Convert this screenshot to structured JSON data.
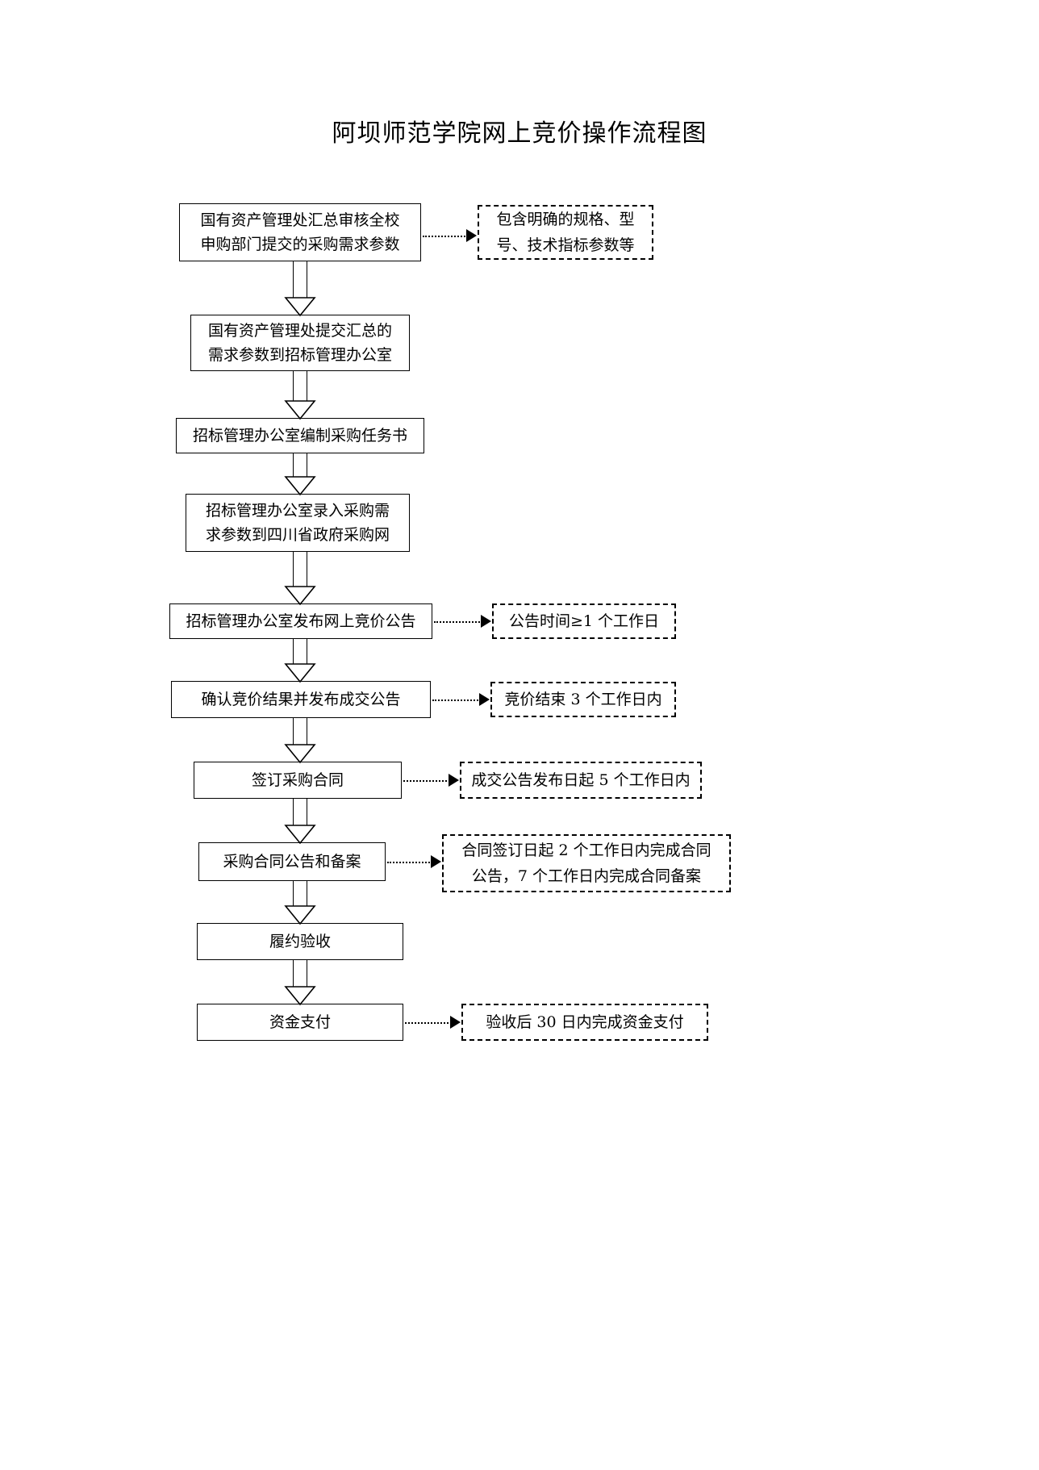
{
  "document": {
    "title": "阿坝师范学院网上竞价操作流程图"
  },
  "flow": {
    "nodes": [
      {
        "id": "n1",
        "lines": [
          "国有资产管理处汇总审核全校",
          "申购部门提交的采购需求参数"
        ]
      },
      {
        "id": "n2",
        "lines": [
          "国有资产管理处提交汇总的",
          "需求参数到招标管理办公室"
        ]
      },
      {
        "id": "n3",
        "lines": [
          "招标管理办公室编制采购任务书"
        ]
      },
      {
        "id": "n4",
        "lines": [
          "招标管理办公室录入采购需",
          "求参数到四川省政府采购网"
        ]
      },
      {
        "id": "n5",
        "lines": [
          "招标管理办公室发布网上竞价公告"
        ]
      },
      {
        "id": "n6",
        "lines": [
          "确认竞价结果并发布成交公告"
        ]
      },
      {
        "id": "n7",
        "lines": [
          "签订采购合同"
        ]
      },
      {
        "id": "n8",
        "lines": [
          "采购合同公告和备案"
        ]
      },
      {
        "id": "n9",
        "lines": [
          "履约验收"
        ]
      },
      {
        "id": "n10",
        "lines": [
          "资金支付"
        ]
      }
    ],
    "notes": [
      {
        "id": "a1",
        "for": "n1",
        "lines": [
          "包含明确的规格、型",
          "号、技术指标参数等"
        ]
      },
      {
        "id": "a2",
        "for": "n5",
        "lines": [
          "公告时间≥1 个工作日"
        ]
      },
      {
        "id": "a3",
        "for": "n6",
        "lines": [
          "竞价结束 3 个工作日内"
        ]
      },
      {
        "id": "a4",
        "for": "n7",
        "lines": [
          "成交公告发布日起 5 个工作日内"
        ]
      },
      {
        "id": "a5",
        "for": "n8",
        "lines": [
          "合同签订日起 2 个工作日内完成合同",
          "公告，7 个工作日内完成合同备案"
        ]
      },
      {
        "id": "a6",
        "for": "n10",
        "lines": [
          "验收后 30 日内完成资金支付"
        ]
      }
    ],
    "colors": {
      "stroke": "#000000",
      "background": "#ffffff",
      "text": "#000000"
    }
  }
}
